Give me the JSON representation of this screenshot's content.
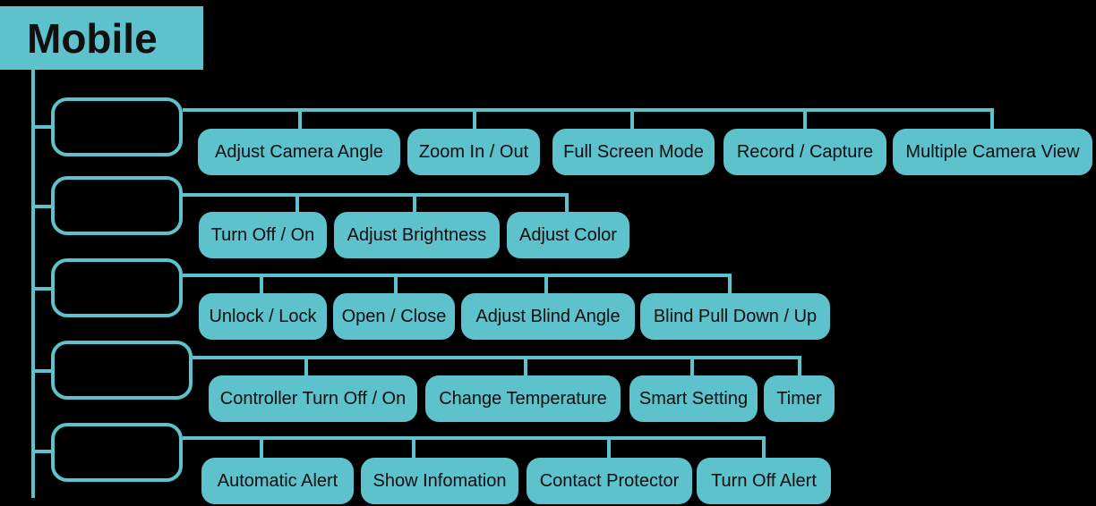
{
  "root": {
    "label": "Mobile"
  },
  "colors": {
    "node_fill": "#5EC2CD",
    "background": "#000000",
    "node_text": "#121212"
  },
  "tree": {
    "branches": [
      {
        "children": [
          "Adjust Camera Angle",
          "Zoom In / Out",
          "Full Screen Mode",
          "Record / Capture",
          "Multiple Camera View"
        ]
      },
      {
        "children": [
          "Turn Off / On",
          "Adjust Brightness",
          "Adjust Color"
        ]
      },
      {
        "children": [
          "Unlock / Lock",
          "Open / Close",
          "Adjust Blind Angle",
          "Blind Pull Down / Up"
        ]
      },
      {
        "children": [
          "Controller Turn Off / On",
          "Change Temperature",
          "Smart Setting",
          "Timer"
        ]
      },
      {
        "children": [
          "Automatic Alert",
          "Show Infomation",
          "Contact Protector",
          "Turn Off Alert"
        ]
      }
    ]
  }
}
